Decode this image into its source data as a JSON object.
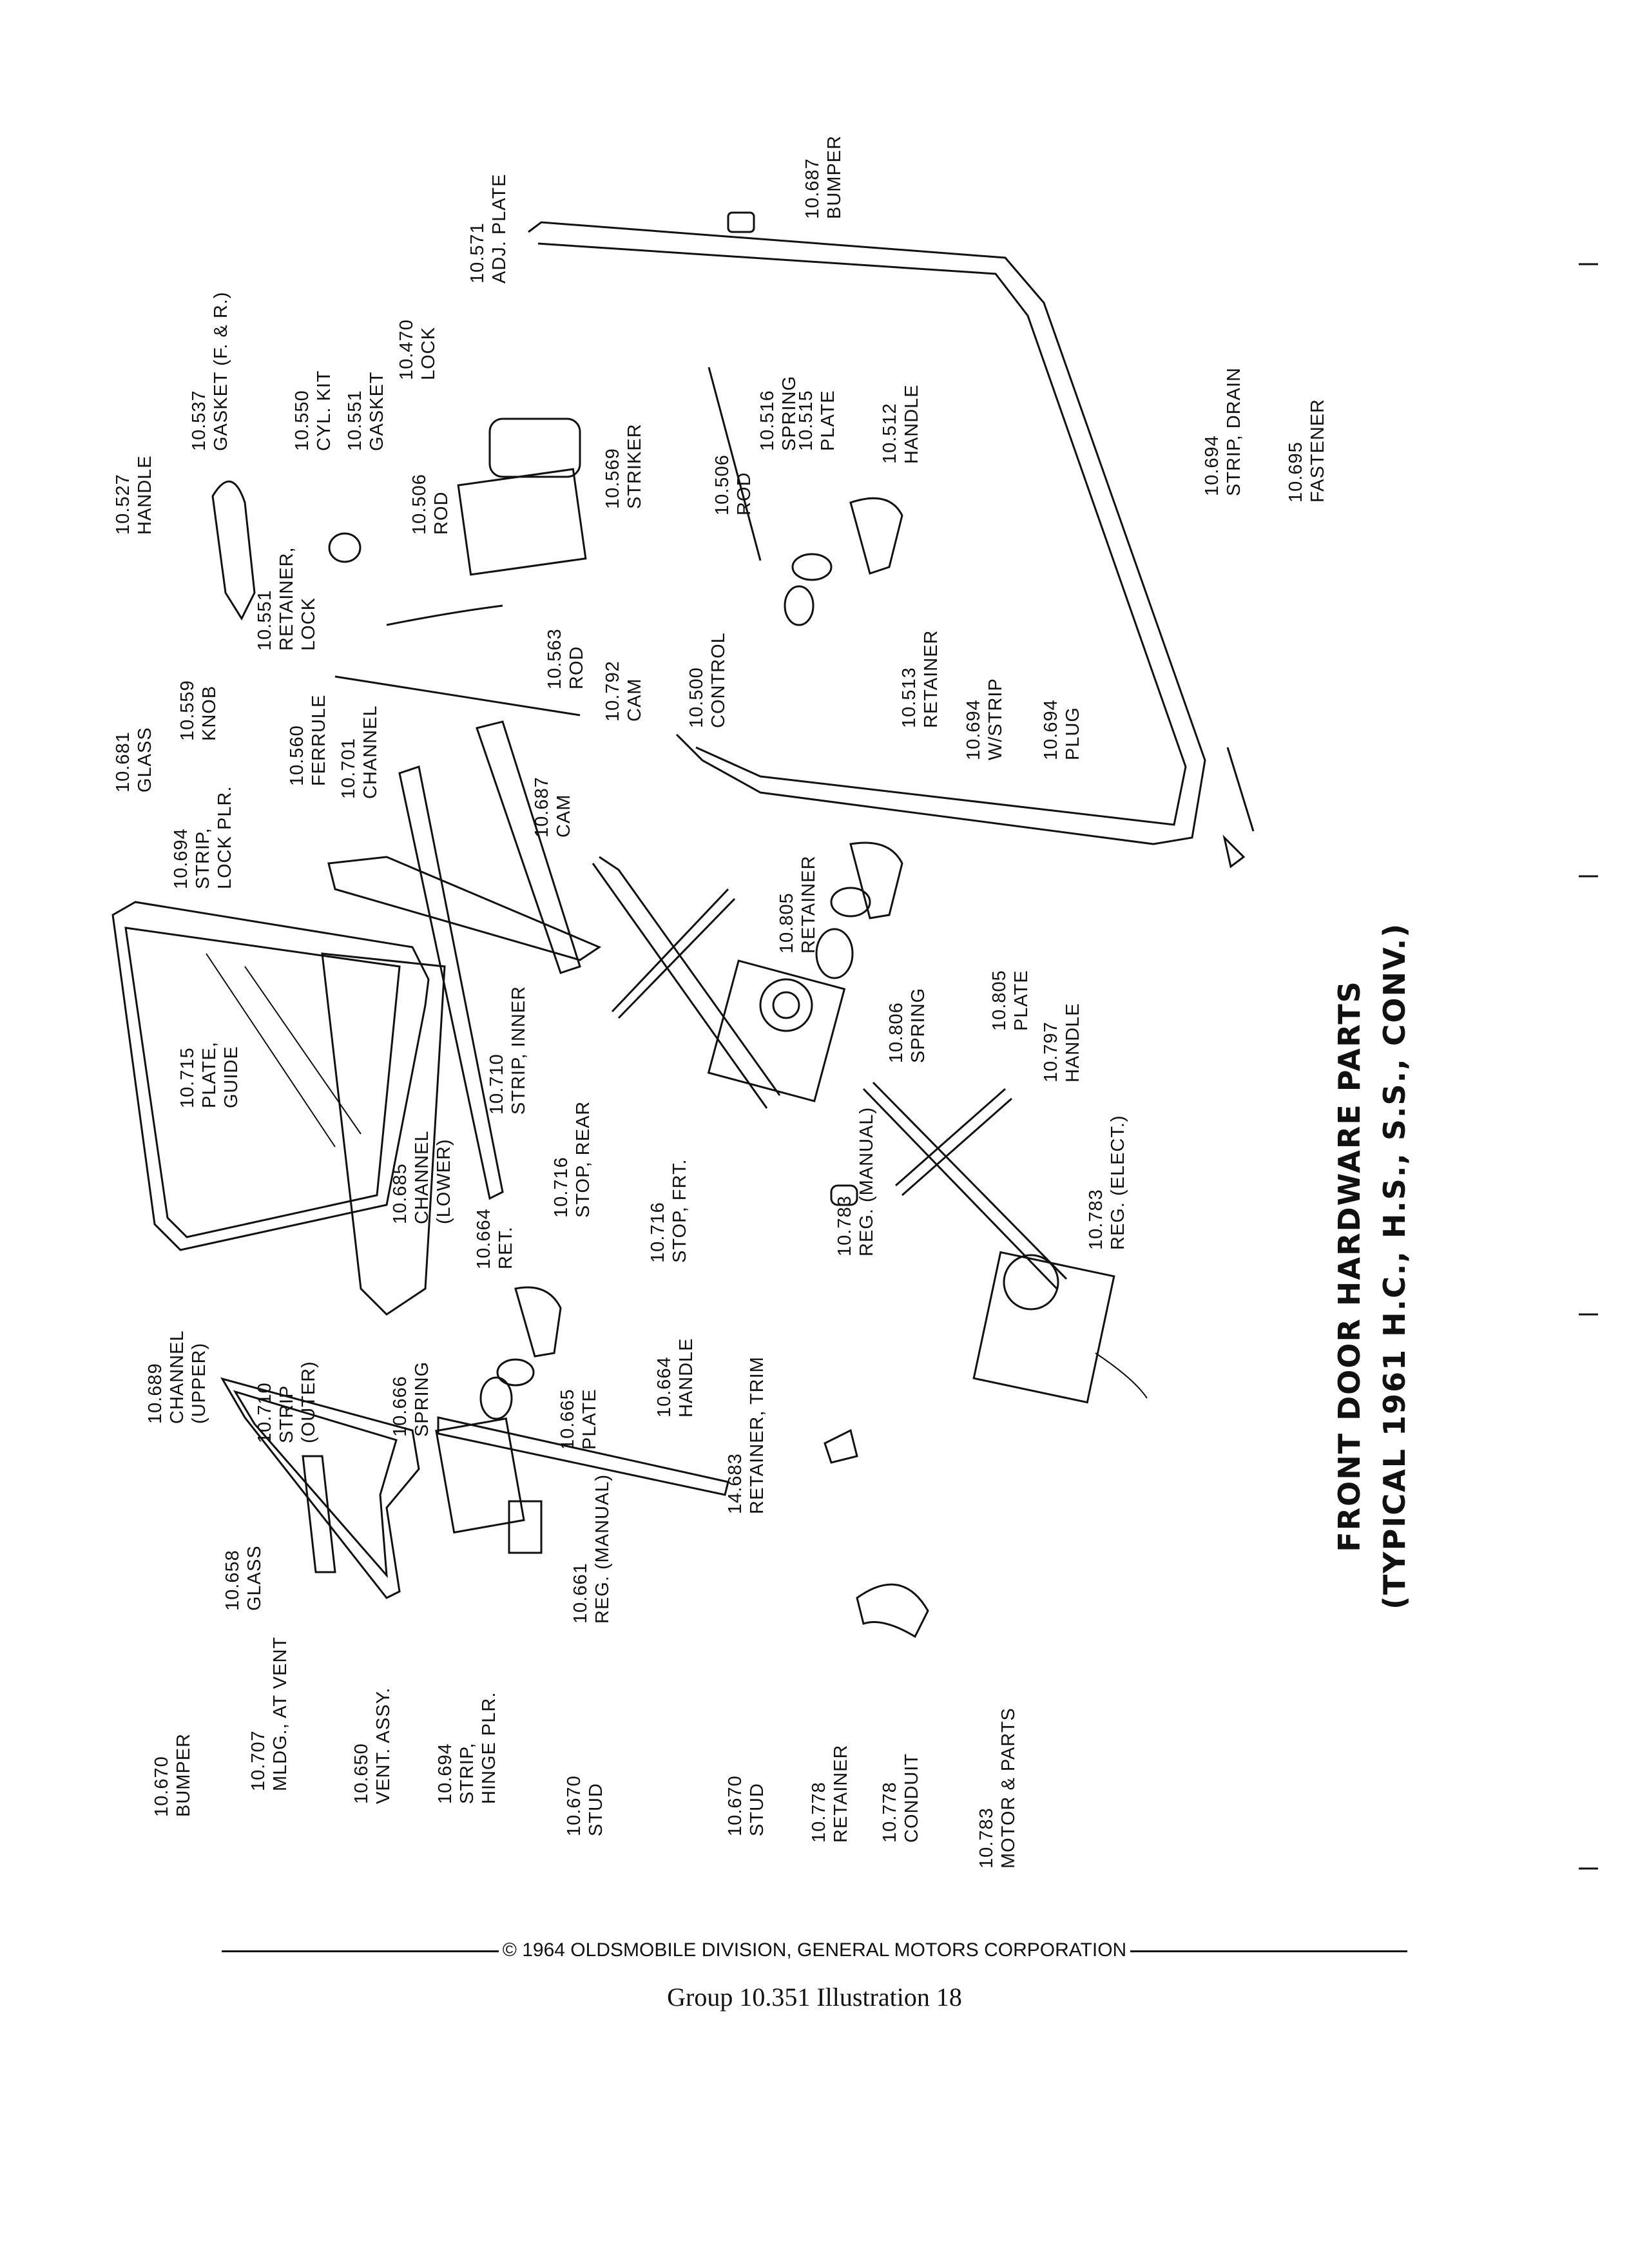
{
  "title": {
    "line1": "FRONT DOOR HARDWARE PARTS",
    "line2": "(TYPICAL 1961 H.C., H.S., S.S., CONV.)"
  },
  "callouts": [
    {
      "id": "c01",
      "num": "10.527",
      "name": "HANDLE"
    },
    {
      "id": "c02",
      "num": "10.537",
      "name": "GASKET (F. & R.)"
    },
    {
      "id": "c03",
      "num": "10.550",
      "name": "CYL. KIT"
    },
    {
      "id": "c04",
      "num": "10.551",
      "name": "GASKET"
    },
    {
      "id": "c05",
      "num": "10.470",
      "name": "LOCK"
    },
    {
      "id": "c06",
      "num": "10.571",
      "name": "ADJ. PLATE"
    },
    {
      "id": "c07",
      "num": "10.687",
      "name": "BUMPER"
    },
    {
      "id": "c08",
      "num": "10.506",
      "name": "ROD"
    },
    {
      "id": "c09",
      "num": "10.551",
      "name": "RETAINER,",
      "name2": "LOCK"
    },
    {
      "id": "c10",
      "num": "10.559",
      "name": "KNOB"
    },
    {
      "id": "c11",
      "num": "10.560",
      "name": "FERRULE"
    },
    {
      "id": "c12",
      "num": "10.563",
      "name": "ROD"
    },
    {
      "id": "c13",
      "num": "10.569",
      "name": "STRIKER"
    },
    {
      "id": "c14",
      "num": "10.506",
      "name": "ROD"
    },
    {
      "id": "c15",
      "num": "10.516",
      "name": "SPRING"
    },
    {
      "id": "c16",
      "num": "10.515",
      "name": "PLATE"
    },
    {
      "id": "c17",
      "num": "10.512",
      "name": "HANDLE"
    },
    {
      "id": "c18",
      "num": "10.694",
      "name": "STRIP, DRAIN"
    },
    {
      "id": "c19",
      "num": "10.695",
      "name": "FASTENER"
    },
    {
      "id": "c20",
      "num": "10.681",
      "name": "GLASS"
    },
    {
      "id": "c21",
      "num": "10.694",
      "name": "STRIP,",
      "name2": "LOCK PLR."
    },
    {
      "id": "c22",
      "num": "10.701",
      "name": "CHANNEL"
    },
    {
      "id": "c23",
      "num": "10.792",
      "name": "CAM"
    },
    {
      "id": "c24",
      "num": "10.500",
      "name": "CONTROL"
    },
    {
      "id": "c25",
      "num": "10.513",
      "name": "RETAINER"
    },
    {
      "id": "c26",
      "num": "10.694",
      "name": "W/STRIP"
    },
    {
      "id": "c27",
      "num": "10.694",
      "name": "PLUG"
    },
    {
      "id": "c28",
      "num": "10.687",
      "name": "CAM"
    },
    {
      "id": "c29",
      "num": "10.805",
      "name": "RETAINER"
    },
    {
      "id": "c30",
      "num": "10.797",
      "name": "HANDLE"
    },
    {
      "id": "c31",
      "num": "10.805",
      "name": "PLATE"
    },
    {
      "id": "c32",
      "num": "10.806",
      "name": "SPRING"
    },
    {
      "id": "c33",
      "num": "10.715",
      "name": "PLATE,",
      "name2": "GUIDE"
    },
    {
      "id": "c34",
      "num": "10.710",
      "name": "STRIP, INNER"
    },
    {
      "id": "c35",
      "num": "10.685",
      "name": "CHANNEL",
      "name2": "(LOWER)"
    },
    {
      "id": "c36",
      "num": "10.716",
      "name": "STOP, REAR"
    },
    {
      "id": "c37",
      "num": "10.716",
      "name": "STOP, FRT."
    },
    {
      "id": "c38",
      "num": "10.783",
      "name": "REG. (ELECT.)"
    },
    {
      "id": "c39",
      "num": "10.783",
      "name": "REG. (MANUAL)"
    },
    {
      "id": "c40",
      "num": "10.689",
      "name": "CHANNEL",
      "name2": "(UPPER)"
    },
    {
      "id": "c41",
      "num": "10.710",
      "name": "STRIP",
      "name2": "(OUTER)"
    },
    {
      "id": "c42",
      "num": "10.664",
      "name": "RET."
    },
    {
      "id": "c43",
      "num": "10.666",
      "name": "SPRING"
    },
    {
      "id": "c44",
      "num": "10.665",
      "name": "PLATE"
    },
    {
      "id": "c45",
      "num": "10.664",
      "name": "HANDLE"
    },
    {
      "id": "c46",
      "num": "14.683",
      "name": "RETAINER, TRIM"
    },
    {
      "id": "c47",
      "num": "10.658",
      "name": "GLASS"
    },
    {
      "id": "c48",
      "num": "10.670",
      "name": "BUMPER"
    },
    {
      "id": "c49",
      "num": "10.707",
      "name": "MLDG., AT VENT"
    },
    {
      "id": "c50",
      "num": "10.650",
      "name": "VENT. ASSY."
    },
    {
      "id": "c51",
      "num": "10.694",
      "name": "STRIP,",
      "name2": "HINGE PLR."
    },
    {
      "id": "c52",
      "num": "10.661",
      "name": "REG. (MANUAL)"
    },
    {
      "id": "c53",
      "num": "10.670",
      "name": "STUD"
    },
    {
      "id": "c54",
      "num": "10.670",
      "name": "STUD"
    },
    {
      "id": "c55",
      "num": "10.778",
      "name": "RETAINER"
    },
    {
      "id": "c56",
      "num": "10.778",
      "name": "CONDUIT"
    },
    {
      "id": "c57",
      "num": "10.783",
      "name": "MOTOR & PARTS"
    }
  ],
  "footer": {
    "copyright": "© 1964 OLDSMOBILE DIVISION, GENERAL MOTORS CORPORATION",
    "caption": "Group 10.351   Illustration 18"
  }
}
